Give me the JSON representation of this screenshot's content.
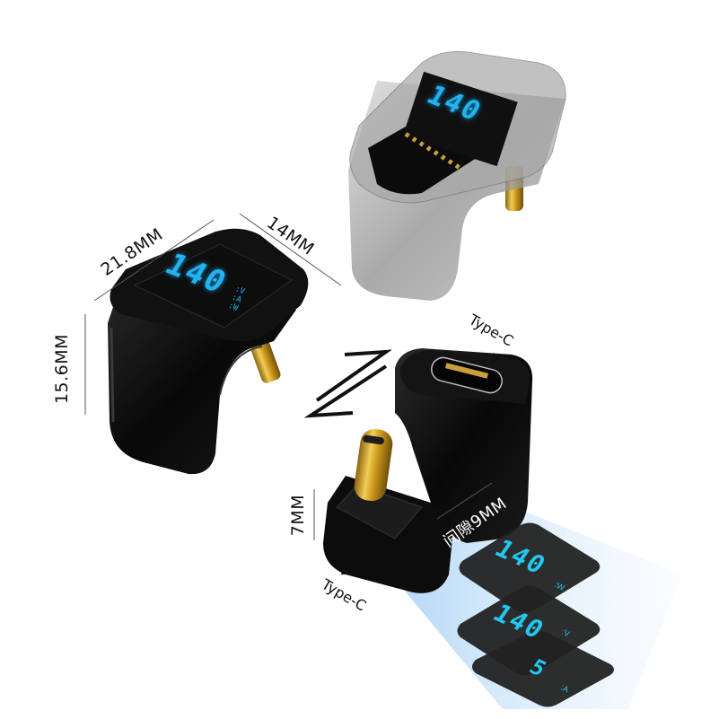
{
  "image": {
    "subject": "USB Type-C U-shaped 180° adapter with digital power display",
    "background_color": "#ffffff"
  },
  "dimensions": {
    "length": "21.8MM",
    "width": "14MM",
    "height": "15.6MM",
    "base_height": "7MM",
    "gap": "间隙9MM"
  },
  "port_labels": {
    "top_port": "Type-C",
    "bottom_port": "Type-C"
  },
  "display": {
    "reading": "140",
    "units": [
      ":V",
      ":A",
      ":W"
    ],
    "digit_color": "#1fb4f0",
    "screen_color": "#151515"
  },
  "exploded_layers": [
    {
      "unit": ":W"
    },
    {
      "unit": ":V"
    },
    {
      "unit": ":A"
    }
  ],
  "colors": {
    "body": "#0b0b0b",
    "gold_connector": "#d4a21c",
    "transparent_shell": "#9a9a9a",
    "glow": "#b9dcf7"
  }
}
